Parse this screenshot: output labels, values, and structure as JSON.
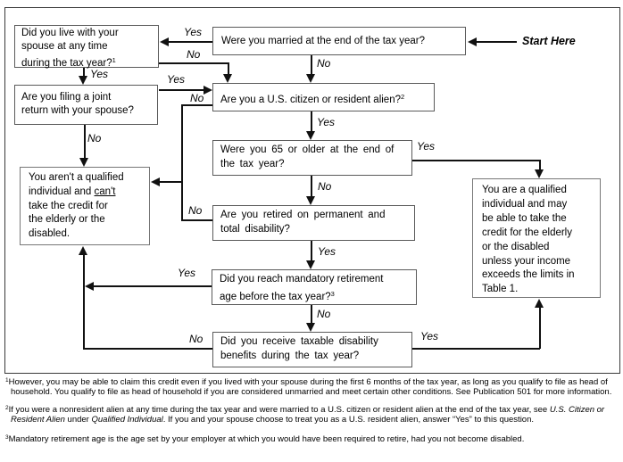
{
  "labels": {
    "yes": "Yes",
    "no": "No"
  },
  "start_here": "Start Here",
  "boxes": {
    "married": "Were you married at the end of the tax year?",
    "lived_with_spouse": {
      "text": "Did you live with your\nspouse at any time\nduring the tax year?",
      "footnote": "1"
    },
    "joint_return": "Are you filing a joint\nreturn with your spouse?",
    "citizen": {
      "text": "Are you a U.S. citizen or resident alien?",
      "footnote": "2"
    },
    "age_65": "Were you 65 or older at the end of\nthe tax year?",
    "retired_disability": "Are you retired on permanent and\ntotal disability?",
    "mandatory_age": {
      "text": "Did you reach mandatory retirement\nage before the tax year?",
      "footnote": "3"
    },
    "taxable_benefits": "Did you receive taxable disability\nbenefits during the tax year?",
    "not_qualified": {
      "pre": "You aren't a qualified\nindividual and ",
      "underlined": "can't",
      "post": "\ntake the credit for\nthe elderly or the\ndisabled."
    },
    "qualified": "You are a qualified\nindividual and may\nbe able to take the\ncredit for the elderly\nor the disabled\nunless your income\nexceeds the limits in\nTable 1."
  },
  "footnotes": [
    {
      "marker": "1",
      "text": "However, you may be able to claim this credit even if you lived with your spouse during the first 6 months of the tax year, as long as you qualify to file as head of household. You qualify to file as head of household if you are considered unmarried and meet certain other conditions. See Publication 501 for more information."
    },
    {
      "marker": "2",
      "text_before": "If you were a nonresident alien at any time during the tax year and were married to a U.S. citizen or resident alien at the end of the tax year, see ",
      "italic_1": "U.S. Citizen or Resident Alien",
      "text_mid": " under ",
      "italic_2": "Qualified Individual",
      "text_after": ". If you and your spouse choose to treat you as a U.S. resident alien, answer “Yes” to this question."
    },
    {
      "marker": "3",
      "text": "Mandatory retirement age is the age set by your employer at which you would have been required to retire, had you not become disabled."
    }
  ]
}
